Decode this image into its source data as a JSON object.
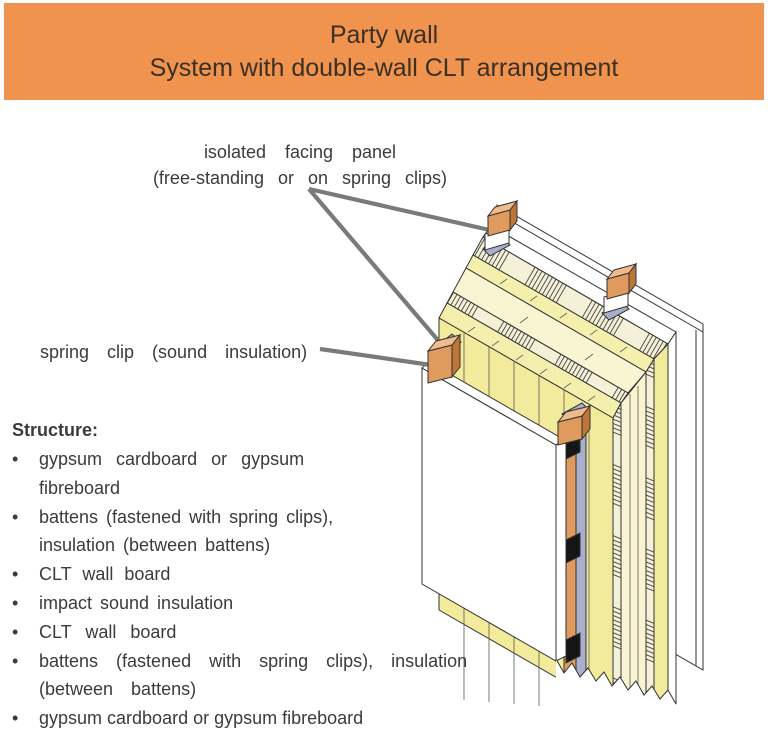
{
  "header": {
    "line1": "Party wall",
    "line2": "System with double-wall CLT arrangement"
  },
  "labels": {
    "facing_panel": {
      "line1": "isolated facing panel",
      "line2": "(free-standing or on spring clips)"
    },
    "spring_clip": "spring clip (sound insulation)"
  },
  "structure": {
    "heading": "Structure:",
    "bullet": "•",
    "items": [
      {
        "lines": [
          "gypsum cardboard or gypsum",
          "fibreboard"
        ]
      },
      {
        "lines": [
          "battens (fastened with spring clips),",
          "insulation (between battens)"
        ]
      },
      {
        "lines": [
          "CLT wall board"
        ]
      },
      {
        "lines": [
          "impact sound insulation"
        ]
      },
      {
        "lines": [
          "CLT wall board"
        ]
      },
      {
        "lines": [
          "battens (fastened with spring clips), insulation",
          "(between battens)"
        ]
      },
      {
        "lines": [
          "gypsum cardboard or gypsum fibreboard"
        ]
      }
    ]
  },
  "colors": {
    "header_bg": "#F0934F",
    "header_text": "#3A2F23",
    "body_text": "#3B3B3B",
    "leader_line": "#7A7A7A",
    "outline": "#333333",
    "clt_yellow": "#F2EB9C",
    "clt_yellow_top": "#F4EFAC",
    "clt_cream": "#F9F5D2",
    "hatch_bg": "#F5F1D8",
    "batten_orange": "#DF9A5D",
    "batten_orange_top": "#EFBB8C",
    "batten_orange_side": "#BE7538",
    "spring_clip_lavender": "#A9AECC",
    "spring_clip_black": "#151515",
    "panel_white": "#FFFFFF"
  }
}
